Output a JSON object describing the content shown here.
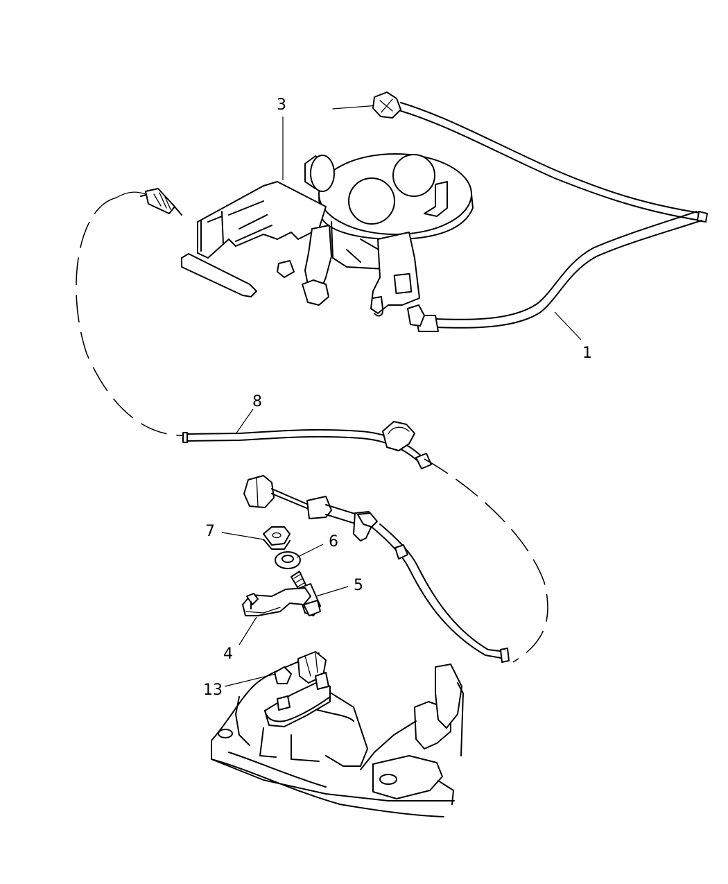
{
  "callouts": [
    {
      "id": "1",
      "label": "1"
    },
    {
      "id": "3",
      "label": "3"
    },
    {
      "id": "4",
      "label": "4"
    },
    {
      "id": "5",
      "label": "5"
    },
    {
      "id": "6",
      "label": "6"
    },
    {
      "id": "7",
      "label": "7"
    },
    {
      "id": "8",
      "label": "8"
    },
    {
      "id": "13",
      "label": "13"
    }
  ]
}
